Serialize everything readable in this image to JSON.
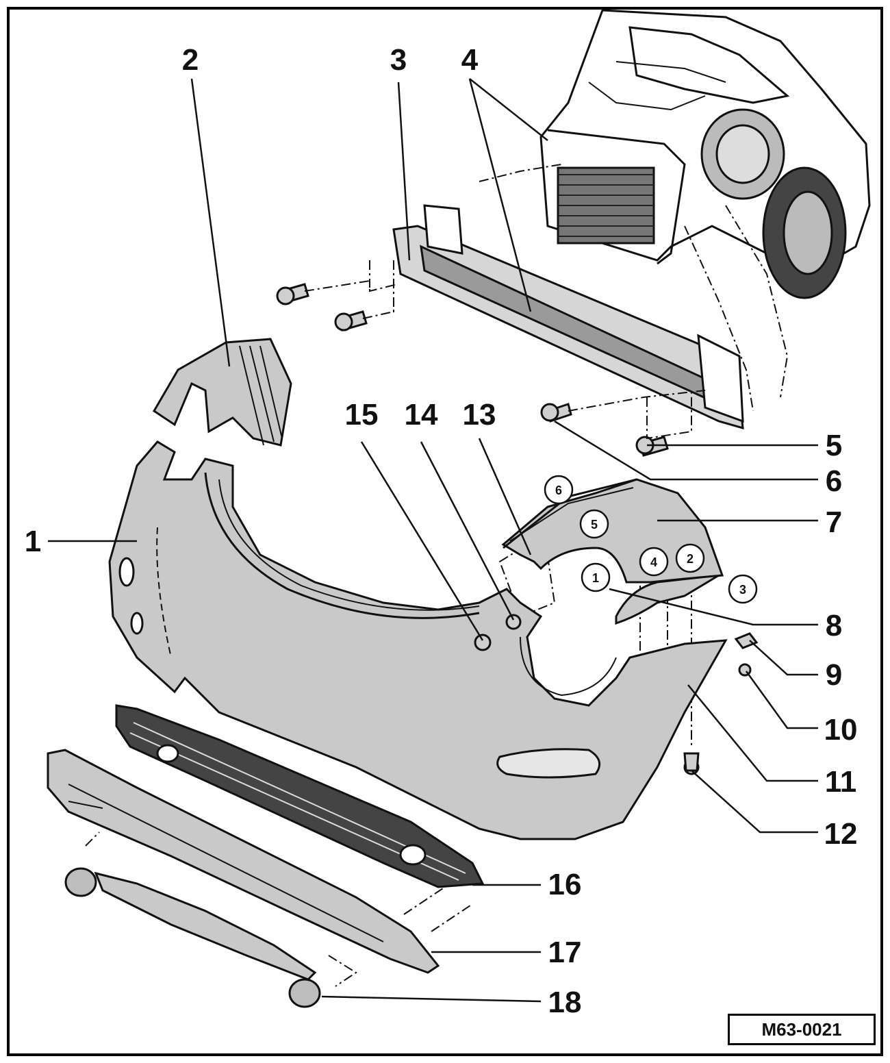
{
  "diagram": {
    "callouts": [
      "1",
      "2",
      "3",
      "4",
      "5",
      "6",
      "7",
      "8",
      "9",
      "10",
      "11",
      "12",
      "13",
      "14",
      "15",
      "16",
      "17",
      "18"
    ],
    "circled_markers": [
      "1",
      "2",
      "3",
      "4",
      "5",
      "6"
    ],
    "figure_code": "M63-0021"
  },
  "colors": {
    "part_fill": "#c9c9c9",
    "line": "#111111",
    "background": "#ffffff"
  }
}
